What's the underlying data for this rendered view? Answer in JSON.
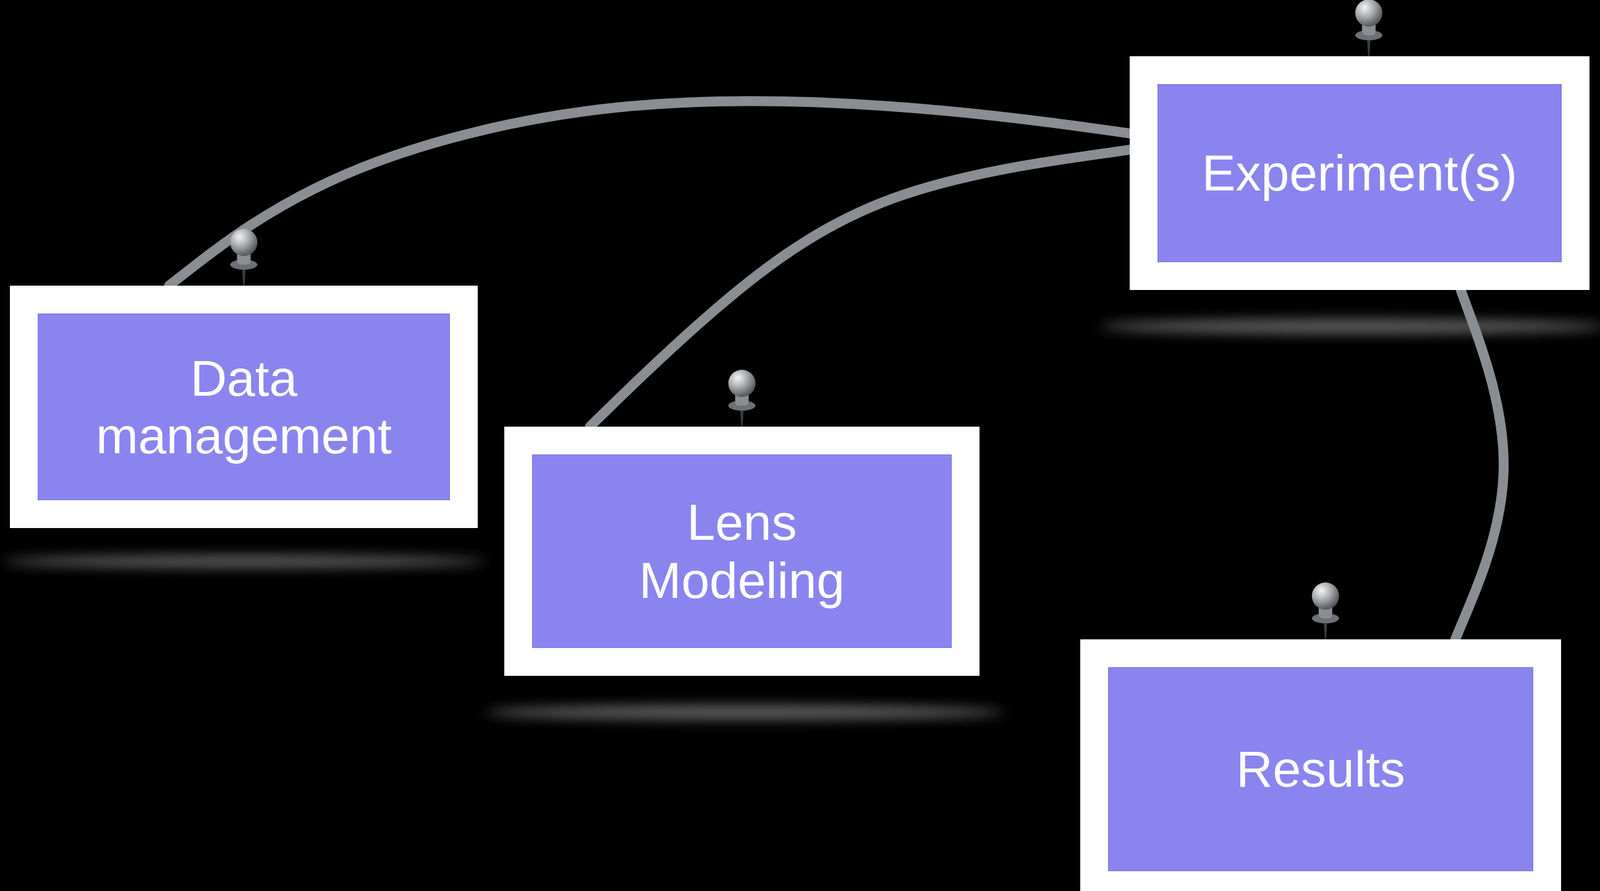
{
  "diagram": {
    "nodes": [
      {
        "text": [
          "Data management"
        ]
      },
      {
        "text": [
          "Lens Modeling"
        ]
      },
      {
        "text": [
          "Experiment(s)"
        ]
      },
      {
        "text": [
          "Results"
        ]
      }
    ],
    "edges": [
      {
        "from": 0,
        "to": 2,
        "arrow": "none"
      },
      {
        "from": 1,
        "to": 2,
        "arrow": "none"
      },
      {
        "from": 2,
        "to": 3,
        "arrow": "none"
      }
    ]
  }
}
